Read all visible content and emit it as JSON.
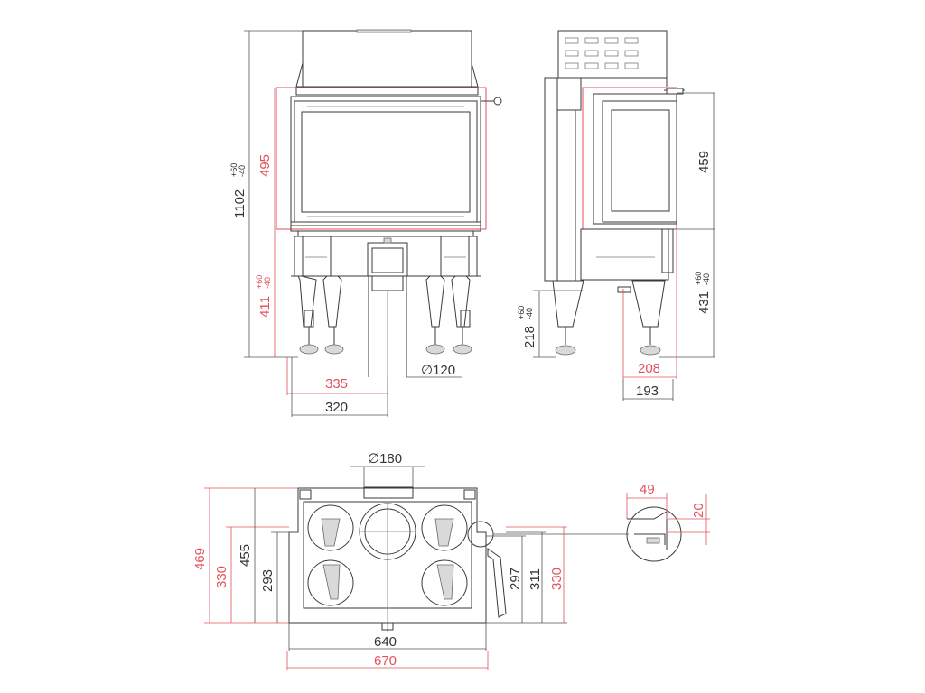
{
  "dimensions": {
    "total_height": "1102",
    "total_height_tol_plus": "+60",
    "total_height_tol_minus": "-40",
    "door_height": "495",
    "base_height": "411",
    "base_tol_plus": "+60",
    "base_tol_minus": "-40",
    "front_width_red": "335",
    "front_width_gray": "320",
    "flue_diameter": "∅120",
    "side_door_height": "459",
    "side_base_height": "431",
    "side_base_tol_plus": "+60",
    "side_base_tol_minus": "-40",
    "side_leg_height": "218",
    "side_leg_tol_plus": "+60",
    "side_leg_tol_minus": "-40",
    "side_depth_red": "208",
    "side_depth_gray": "193",
    "top_flue_diameter": "∅180",
    "plan_depth_red": "469",
    "plan_depth_red_inner": "330",
    "plan_depth_gray": "455",
    "plan_depth_gray_inner": "293",
    "plan_right_297": "297",
    "plan_right_311": "311",
    "plan_right_330": "330",
    "plan_width_gray": "640",
    "plan_width_red": "670",
    "detail_width": "49",
    "detail_height": "20"
  },
  "colors": {
    "line": "#3a3a3a",
    "dimension_red": "#e0525c",
    "fill_gray": "#d9d9d9"
  }
}
